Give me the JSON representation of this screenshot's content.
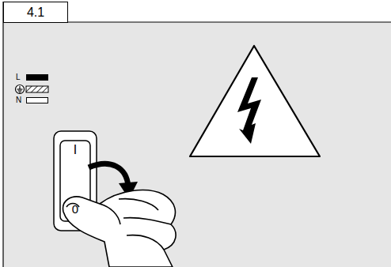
{
  "diagram": {
    "nodes": [
      {
        "text": [
          "4.1"
        ]
      }
    ],
    "labels": [
      "I",
      "0"
    ],
    "legend": [
      {
        "text": "L",
        "color": "#000000"
      },
      {
        "text": "N",
        "color": "#ffffff"
      }
    ]
  }
}
